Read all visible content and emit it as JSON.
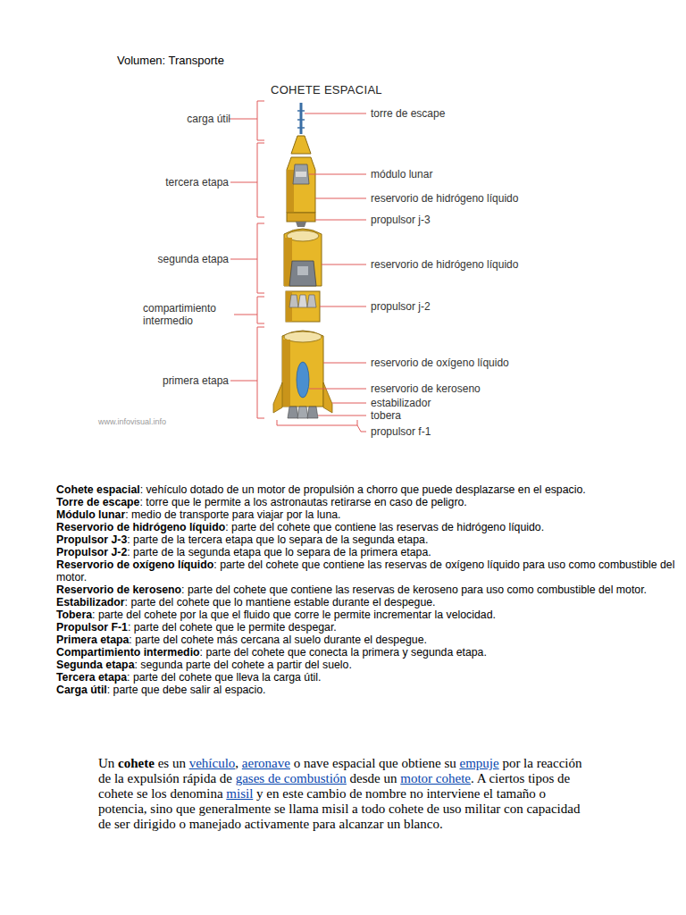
{
  "diagram": {
    "title": "COHETE ESPACIAL",
    "labels": [
      "Volumen: Transporte",
      "carga útil",
      "tercera etapa",
      "segunda etapa",
      "compartimiento intermedio",
      "primera etapa",
      "torre de escape",
      "módulo lunar",
      "reservorio de hidrógeno líquido",
      "propulsor j-3",
      "reservorio de hidrógeno líquido",
      "propulsor j-2",
      "reservorio de oxígeno líquido",
      "reservorio de keroseno",
      "estabilizador",
      "tobera",
      "propulsor f-1",
      "www.infovisual.info",
      "Cohete espacial",
      ": vehículo dotado de un motor de propulsión a chorro que puede desplazarse en el espacio.",
      "Torre de escape",
      ": torre que le permite a los astronautas retirarse en caso de peligro.",
      "Módulo lunar",
      ": medio de transporte para viajar por la luna.",
      "Reservorio de hidrógeno líquido",
      ": parte del cohete que contiene las reservas de hidrógeno líquido.",
      "Propulsor J-3",
      ": parte de la tercera etapa que lo separa de la segunda etapa.",
      "Propulsor J-2",
      ": parte de la segunda etapa que lo separa de la primera etapa.",
      "Reservorio de oxígeno líquido",
      ": parte del cohete que contiene las reservas de oxígeno líquido para uso como combustible del motor.",
      "Reservorio de keroseno",
      ": parte del cohete que contiene las reservas de keroseno para uso como combustible del motor.",
      "Estabilizador",
      ": parte del cohete que lo mantiene estable durante el despegue.",
      "Tobera",
      ": parte del cohete por la que el fluido que corre le permite incrementar la velocidad.",
      "Propulsor F-1",
      ": parte del cohete que le permite despegar.",
      "Primera etapa",
      ": parte del cohete más cercana al suelo durante el despegue.",
      "Compartimiento intermedio",
      ": parte del cohete que conecta la primera y segunda etapa.",
      "Segunda etapa",
      ": segunda parte del cohete a partir del suelo.",
      "Tercera etapa",
      ": parte del cohete que lleva la carga útil.",
      "Carga útil",
      ": parte que debe salir al espacio.",
      "Un",
      "cohete",
      "es un",
      "vehículo",
      ",",
      "aeronave",
      "o nave espacial que obtiene su",
      "empuje",
      "por la reacción de la expulsión rápida de",
      "gases de combustión",
      "desde un",
      "motor cohete",
      ". A ciertos tipos de cohete se los denomina",
      "misil",
      "y en este cambio de nombre no interviene el tamaño o potencia, sino que generalmente se llama misil a todo cohete de uso militar con capacidad de ser dirigido o manejado activamente para alcanzar un blanco."
    ]
  }
}
